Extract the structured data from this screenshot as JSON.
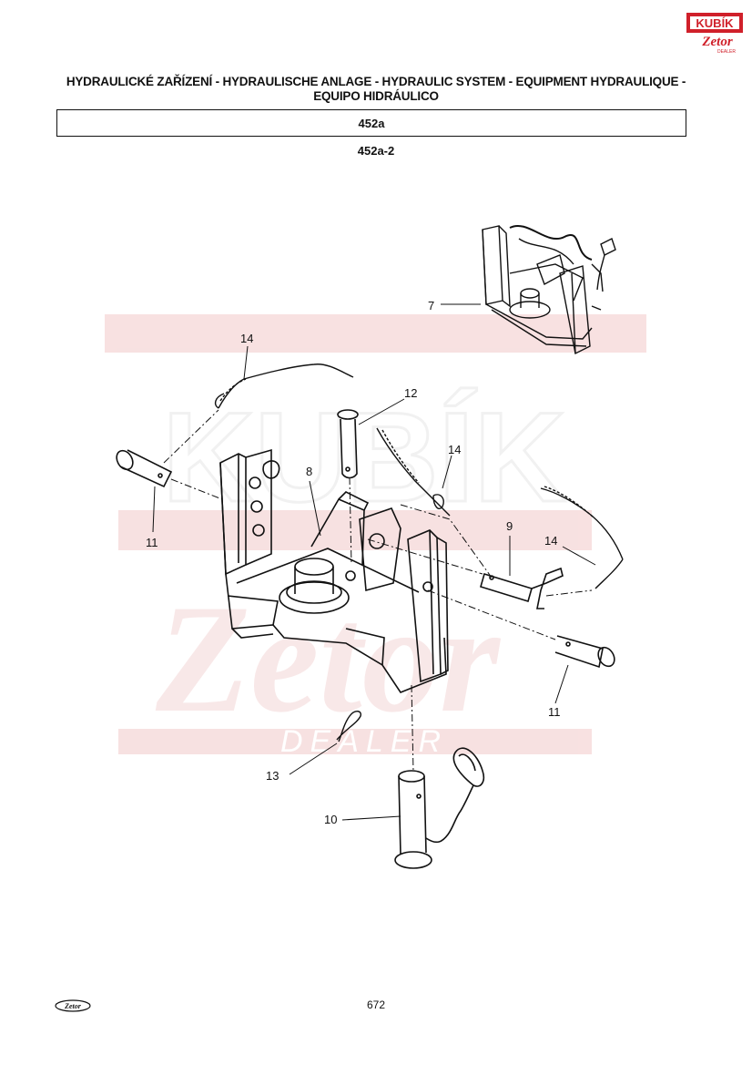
{
  "header": {
    "title_line1": "HYDRAULICKÉ ZAŘÍZENÍ - HYDRAULISCHE ANLAGE - HYDRAULIC SYSTEM - EQUIPMENT HYDRAULIQUE -",
    "title_line2": "EQUIPO HIDRÁULICO",
    "section": "452a",
    "subsection": "452a-2"
  },
  "logo": {
    "line1": "KUBÍK",
    "line2": "Zetor",
    "line3": "DEALER",
    "brand_color": "#d0202a"
  },
  "watermark": {
    "line1": "KUBÍK",
    "line2": "Zetor",
    "line3": "DEALER",
    "color": "#f2c9c9"
  },
  "diagram": {
    "callouts": [
      "7",
      "14",
      "12",
      "8",
      "14",
      "9",
      "14",
      "11",
      "11",
      "13",
      "10"
    ]
  },
  "footer": {
    "page_number": "672",
    "logo_text": "Zetor"
  }
}
